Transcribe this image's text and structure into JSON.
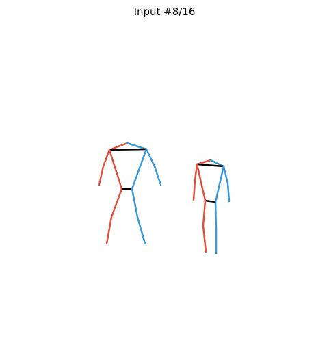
{
  "title": "Input #8/16",
  "colors": {
    "left_side": "#e05040",
    "right_side": "#3a9ad9",
    "center": "#000000",
    "background": "#ffffff"
  },
  "figures": [
    {
      "name": "figure-1",
      "bones": [
        {
          "part": "head-left",
          "side": "left_side",
          "points": [
            [
              186,
              209
            ],
            [
              160,
              219
            ]
          ]
        },
        {
          "part": "head-right",
          "side": "right_side",
          "points": [
            [
              186,
              209
            ],
            [
              214,
              218
            ]
          ]
        },
        {
          "part": "shoulders",
          "side": "center",
          "points": [
            [
              160,
              219
            ],
            [
              214,
              218
            ]
          ]
        },
        {
          "part": "left-upper-arm",
          "side": "left_side",
          "points": [
            [
              160,
              219
            ],
            [
              151,
              243
            ]
          ]
        },
        {
          "part": "left-forearm",
          "side": "left_side",
          "points": [
            [
              151,
              243
            ],
            [
              145,
              270
            ]
          ]
        },
        {
          "part": "right-upper-arm",
          "side": "right_side",
          "points": [
            [
              214,
              218
            ],
            [
              226,
              243
            ]
          ]
        },
        {
          "part": "right-forearm",
          "side": "right_side",
          "points": [
            [
              226,
              243
            ],
            [
              235,
              270
            ]
          ]
        },
        {
          "part": "left-torso",
          "side": "left_side",
          "points": [
            [
              160,
              219
            ],
            [
              178,
              276
            ]
          ]
        },
        {
          "part": "right-torso",
          "side": "right_side",
          "points": [
            [
              214,
              218
            ],
            [
              193,
              276
            ]
          ]
        },
        {
          "part": "hips",
          "side": "center",
          "points": [
            [
              178,
              276
            ],
            [
              193,
              276
            ]
          ]
        },
        {
          "part": "left-thigh",
          "side": "left_side",
          "points": [
            [
              178,
              276
            ],
            [
              163,
              317
            ]
          ]
        },
        {
          "part": "left-shin",
          "side": "left_side",
          "points": [
            [
              163,
              317
            ],
            [
              156,
              356
            ]
          ]
        },
        {
          "part": "right-thigh",
          "side": "right_side",
          "points": [
            [
              193,
              276
            ],
            [
              201,
              317
            ]
          ]
        },
        {
          "part": "right-shin",
          "side": "right_side",
          "points": [
            [
              201,
              317
            ],
            [
              212,
              356
            ]
          ]
        }
      ]
    },
    {
      "name": "figure-2",
      "bones": [
        {
          "part": "head-left",
          "side": "left_side",
          "points": [
            [
              308,
              234
            ],
            [
              288,
              240
            ]
          ]
        },
        {
          "part": "head-right",
          "side": "right_side",
          "points": [
            [
              308,
              234
            ],
            [
              327,
              243
            ]
          ]
        },
        {
          "part": "shoulders",
          "side": "center",
          "points": [
            [
              288,
              240
            ],
            [
              327,
              243
            ]
          ]
        },
        {
          "part": "left-upper-arm",
          "side": "left_side",
          "points": [
            [
              288,
              240
            ],
            [
              285,
              264
            ]
          ]
        },
        {
          "part": "left-forearm",
          "side": "left_side",
          "points": [
            [
              285,
              264
            ],
            [
              283,
              292
            ]
          ]
        },
        {
          "part": "right-upper-arm",
          "side": "right_side",
          "points": [
            [
              327,
              243
            ],
            [
              333,
              268
            ]
          ]
        },
        {
          "part": "right-forearm",
          "side": "right_side",
          "points": [
            [
              333,
              268
            ],
            [
              335,
              294
            ]
          ]
        },
        {
          "part": "left-torso",
          "side": "left_side",
          "points": [
            [
              288,
              240
            ],
            [
              300,
              293
            ]
          ]
        },
        {
          "part": "right-torso",
          "side": "right_side",
          "points": [
            [
              327,
              243
            ],
            [
              315,
              295
            ]
          ]
        },
        {
          "part": "hips",
          "side": "center",
          "points": [
            [
              300,
              293
            ],
            [
              315,
              295
            ]
          ]
        },
        {
          "part": "left-thigh",
          "side": "left_side",
          "points": [
            [
              300,
              293
            ],
            [
              297,
              330
            ]
          ]
        },
        {
          "part": "left-shin",
          "side": "left_side",
          "points": [
            [
              297,
              330
            ],
            [
              301,
              368
            ]
          ]
        },
        {
          "part": "right-thigh",
          "side": "right_side",
          "points": [
            [
              315,
              295
            ],
            [
              316,
              333
            ]
          ]
        },
        {
          "part": "right-shin",
          "side": "right_side",
          "points": [
            [
              316,
              333
            ],
            [
              316,
              370
            ]
          ]
        }
      ]
    }
  ]
}
